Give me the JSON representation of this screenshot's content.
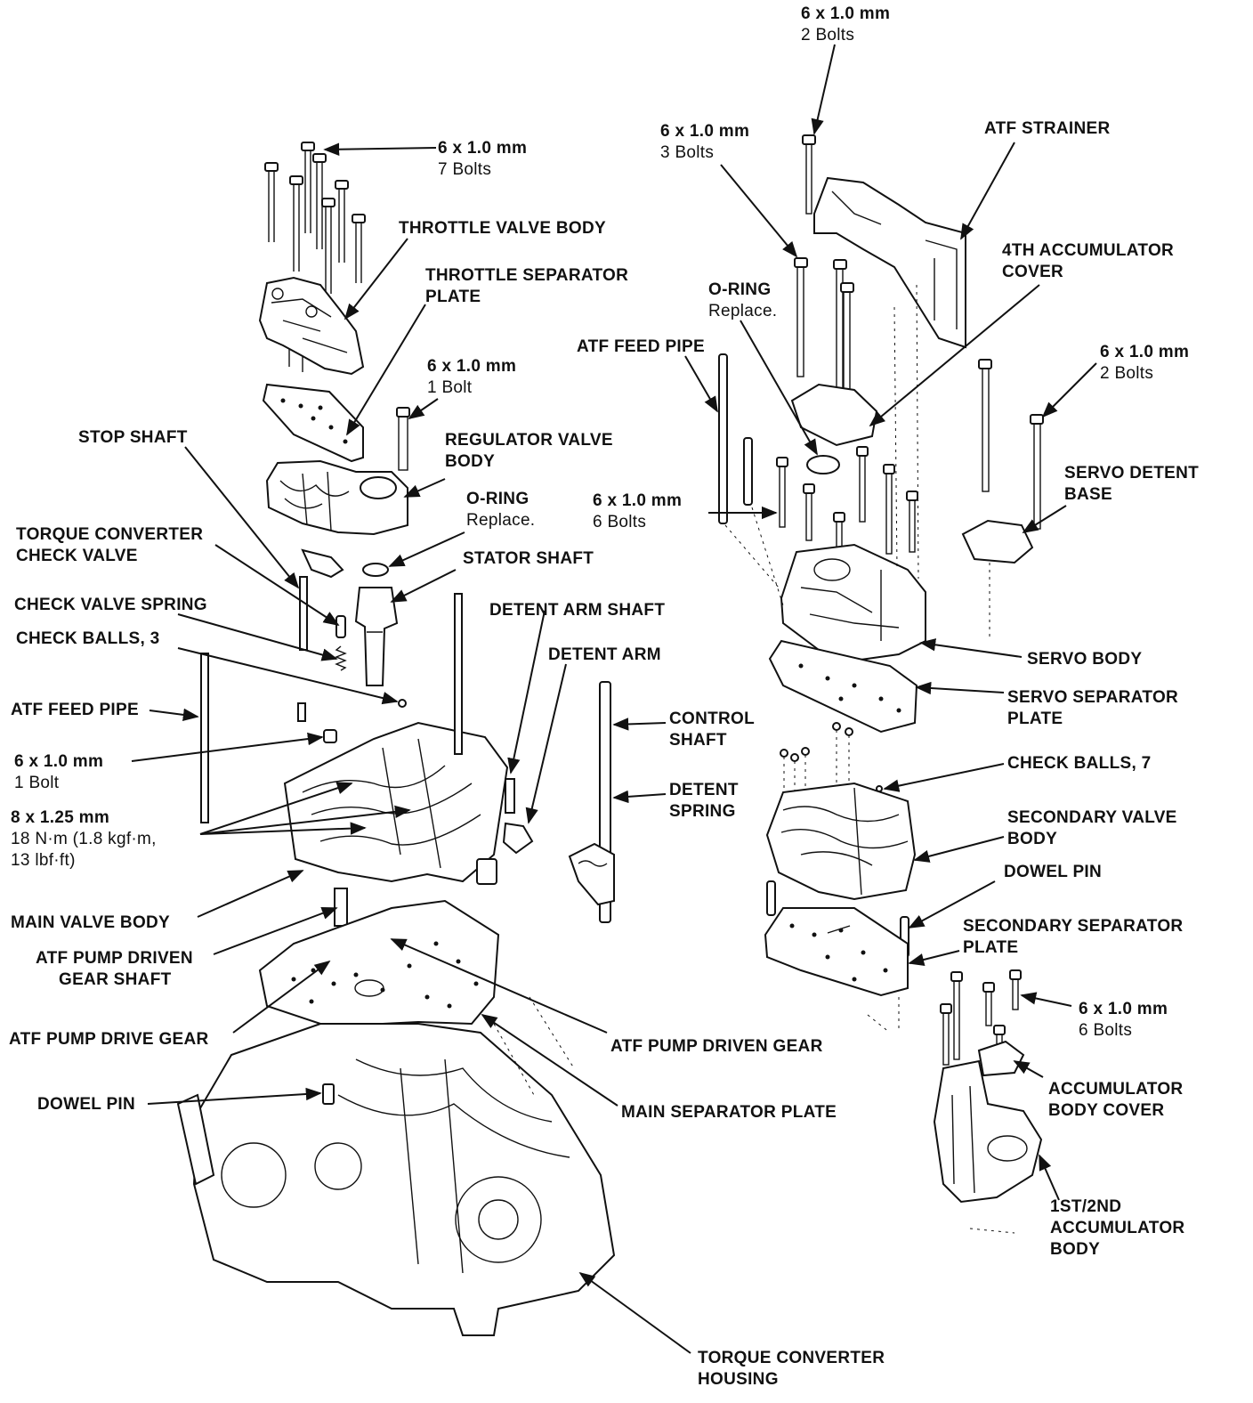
{
  "labels": {
    "bolts_top_2_size": "6 x 1.0 mm",
    "bolts_top_2_qty": "2 Bolts",
    "bolts_3_size": "6 x 1.0 mm",
    "bolts_3_qty": "3 Bolts",
    "atf_strainer": "ATF STRAINER",
    "bolts_7_size": "6 x 1.0 mm",
    "bolts_7_qty": "7 Bolts",
    "throttle_valve_body": "THROTTLE VALVE BODY",
    "throttle_sep_plate_1": "THROTTLE SEPARATOR",
    "throttle_sep_plate_2": "PLATE",
    "accum_4th_cover_1": "4TH ACCUMULATOR",
    "accum_4th_cover_2": "COVER",
    "oring_right": "O-RING",
    "oring_right_note": "Replace.",
    "atf_feed_pipe_right": "ATF FEED PIPE",
    "bolt_1_size": "6 x 1.0 mm",
    "bolt_1_qty": "1 Bolt",
    "bolts_right_2_size": "6 x 1.0 mm",
    "bolts_right_2_qty": "2 Bolts",
    "stop_shaft": "STOP SHAFT",
    "regulator_valve_body_1": "REGULATOR VALVE",
    "regulator_valve_body_2": "BODY",
    "servo_detent_base_1": "SERVO DETENT",
    "servo_detent_base_2": "BASE",
    "oring_left": "O-RING",
    "oring_left_note": "Replace.",
    "bolts_6_size": "6 x 1.0 mm",
    "bolts_6_qty": "6 Bolts",
    "tc_check_valve_1": "TORQUE CONVERTER",
    "tc_check_valve_2": "CHECK VALVE",
    "stator_shaft": "STATOR SHAFT",
    "check_valve_spring": "CHECK VALVE SPRING",
    "detent_arm_shaft": "DETENT ARM SHAFT",
    "check_balls_3": "CHECK BALLS, 3",
    "detent_arm": "DETENT ARM",
    "servo_body": "SERVO BODY",
    "servo_sep_plate_1": "SERVO SEPARATOR",
    "servo_sep_plate_2": "PLATE",
    "atf_feed_pipe_left": "ATF FEED PIPE",
    "control_shaft_1": "CONTROL",
    "control_shaft_2": "SHAFT",
    "bolt_left_1_size": "6 x 1.0 mm",
    "bolt_left_1_qty": "1 Bolt",
    "check_balls_7": "CHECK BALLS, 7",
    "detent_spring_1": "DETENT",
    "detent_spring_2": "SPRING",
    "bolts_8_size": "8 x 1.25 mm",
    "bolts_8_torque_1": "18 N·m (1.8 kgf·m,",
    "bolts_8_torque_2": "13 lbf·ft)",
    "secondary_valve_body_1": "SECONDARY VALVE",
    "secondary_valve_body_2": "BODY",
    "dowel_pin_right": "DOWEL PIN",
    "main_valve_body": "MAIN VALVE BODY",
    "secondary_sep_plate_1": "SECONDARY SEPARATOR",
    "secondary_sep_plate_2": "PLATE",
    "atf_pump_driven_gear_shaft_1": "ATF PUMP DRIVEN",
    "atf_pump_driven_gear_shaft_2": "GEAR SHAFT",
    "bolts_6b_size": "6 x 1.0 mm",
    "bolts_6b_qty": "6 Bolts",
    "atf_pump_drive_gear": "ATF PUMP DRIVE GEAR",
    "atf_pump_driven_gear": "ATF PUMP DRIVEN GEAR",
    "accum_body_cover_1": "ACCUMULATOR",
    "accum_body_cover_2": "BODY COVER",
    "dowel_pin_left": "DOWEL PIN",
    "main_separator_plate": "MAIN SEPARATOR PLATE",
    "accum_12_body_1": "1ST/2ND",
    "accum_12_body_2": "ACCUMULATOR",
    "accum_12_body_3": "BODY",
    "tc_housing_1": "TORQUE CONVERTER",
    "tc_housing_2": "HOUSING"
  }
}
